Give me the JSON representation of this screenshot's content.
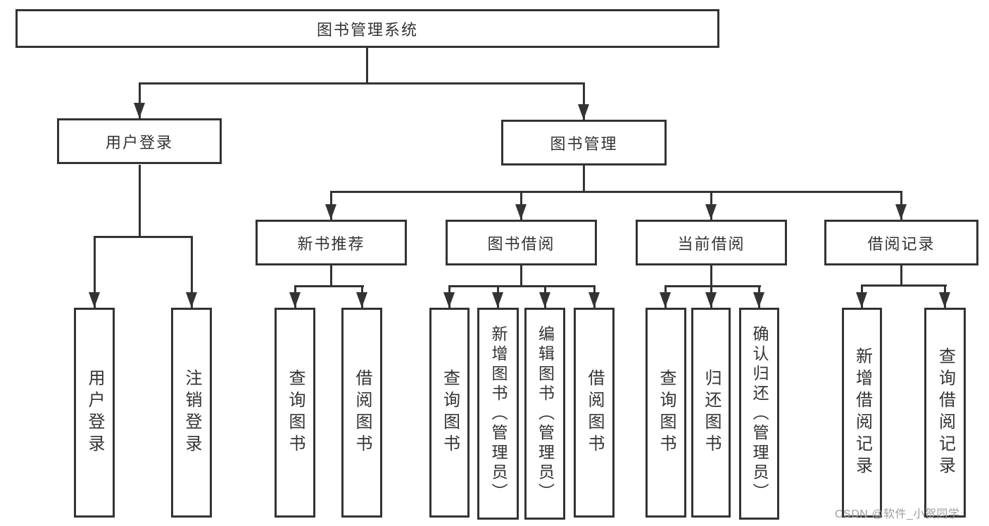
{
  "diagram": {
    "root": {
      "label": "图书管理系统"
    },
    "level2": {
      "user_login": {
        "label": "用户登录"
      },
      "book_mgmt": {
        "label": "图书管理"
      }
    },
    "level3": {
      "new_books": {
        "label": "新书推荐"
      },
      "borrow": {
        "label": "图书借阅"
      },
      "current": {
        "label": "当前借阅"
      },
      "records": {
        "label": "借阅记录"
      }
    },
    "leaves": {
      "login": "用户登录",
      "logout": "注销登录",
      "nb_query": "查询图书",
      "nb_borrow": "借阅图书",
      "bw_query": "查询图书",
      "bw_add": "新增图书（管理员）",
      "bw_edit": "编辑图书（管理员）",
      "bw_borrow": "借阅图书",
      "cur_query": "查询图书",
      "cur_return": "归还图书",
      "cur_confirm": "确认归还（管理员）",
      "rec_add": "新增借阅记录",
      "rec_query": "查询借阅记录"
    },
    "watermark": "CSDN @软件_小贺同学",
    "colors": {
      "line": "#333333",
      "text": "#333333",
      "box_background": "#ffffff",
      "watermark": "#9e9e9e"
    }
  }
}
